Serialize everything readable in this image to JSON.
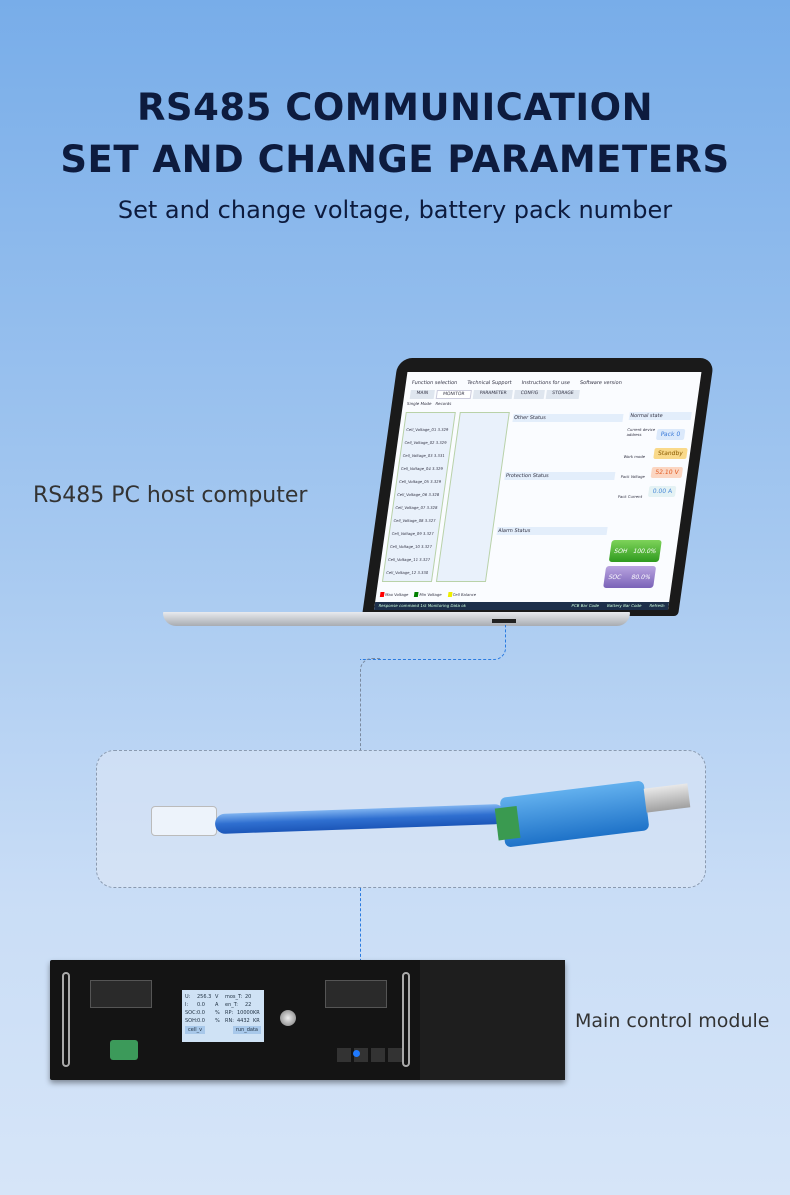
{
  "header": {
    "title_line1": "RS485 COMMUNICATION",
    "title_line2": "SET AND CHANGE PARAMETERS",
    "subtitle": "Set and change voltage, battery pack number"
  },
  "labels": {
    "pc": "RS485 PC host computer",
    "module": "Main control module"
  },
  "software": {
    "menu": [
      "Function selection",
      "Technical Support",
      "Instructions for use",
      "Software version"
    ],
    "tabs": [
      "MAIN",
      "MONITOR",
      "PARAMETER",
      "CONFIG",
      "STORAGE"
    ],
    "subtabs": [
      "Single Mode",
      "Records"
    ],
    "sections": {
      "other": "Other Status",
      "protection": "Protection Status",
      "alarm": "Alarm Status",
      "normal": "Normal state"
    },
    "cells": [
      "Cell_Voltage_01 3.329",
      "Cell_Voltage_02 3.329",
      "Cell_Voltage_03 3.331",
      "Cell_Voltage_04 3.329",
      "Cell_Voltage_05 3.329",
      "Cell_Voltage_06 3.328",
      "Cell_Voltage_07 3.328",
      "Cell_Voltage_08 3.327",
      "Cell_Voltage_09 3.327",
      "Cell_Voltage_10 3.327",
      "Cell_Voltage_11 3.327",
      "Cell_Voltage_12 3.330"
    ],
    "fields": [
      {
        "label": "Current device address",
        "value": "Pack 0"
      },
      {
        "label": "Work mode",
        "value": "Standby"
      },
      {
        "label": "Pack Voltage",
        "value": "52.10 V"
      },
      {
        "label": "Pack Current",
        "value": "0.00 A"
      }
    ],
    "soh": {
      "label": "SOH",
      "value": "100.0%"
    },
    "soc": {
      "label": "SOC",
      "value": "80.0%"
    },
    "legend": [
      "Max Voltage",
      "Min Voltage",
      "Cell Balance"
    ],
    "status_left": "Response command 1st Monitoring Data ok",
    "status_right": [
      "PCB Bar Code",
      "Battery Bar Code",
      "Refresh"
    ]
  },
  "lcd": {
    "rows": [
      [
        "U:",
        "256.3",
        "V",
        "mos_T:",
        "20"
      ],
      [
        "I:",
        "0.0",
        "A",
        "en_T:",
        "22"
      ],
      [
        "SOC:",
        "0.0",
        "%",
        "RP:",
        "10000",
        "KR"
      ],
      [
        "SOH:",
        "0.0",
        "%",
        "RN:",
        "4432",
        "KR"
      ]
    ],
    "buttons": [
      "cell_v",
      "run_data"
    ]
  },
  "colors": {
    "title": "#0d1b3e",
    "cable": "#2a7be0"
  }
}
